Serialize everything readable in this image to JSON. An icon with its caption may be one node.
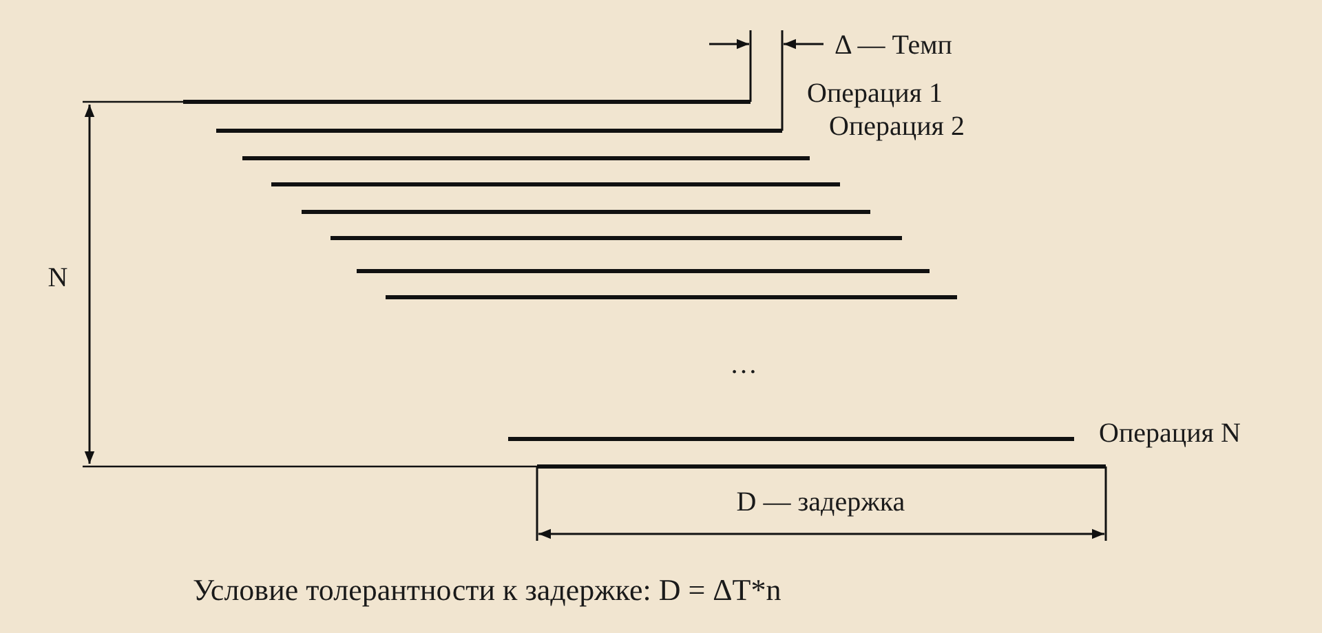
{
  "diagram": {
    "labels": [
      "Δ — Темп",
      "Операция 1",
      "Операция 2",
      "N",
      "…",
      "Операция N",
      "D — задержка",
      "Условие толерантности к задержке: D = ΔT*n"
    ]
  }
}
